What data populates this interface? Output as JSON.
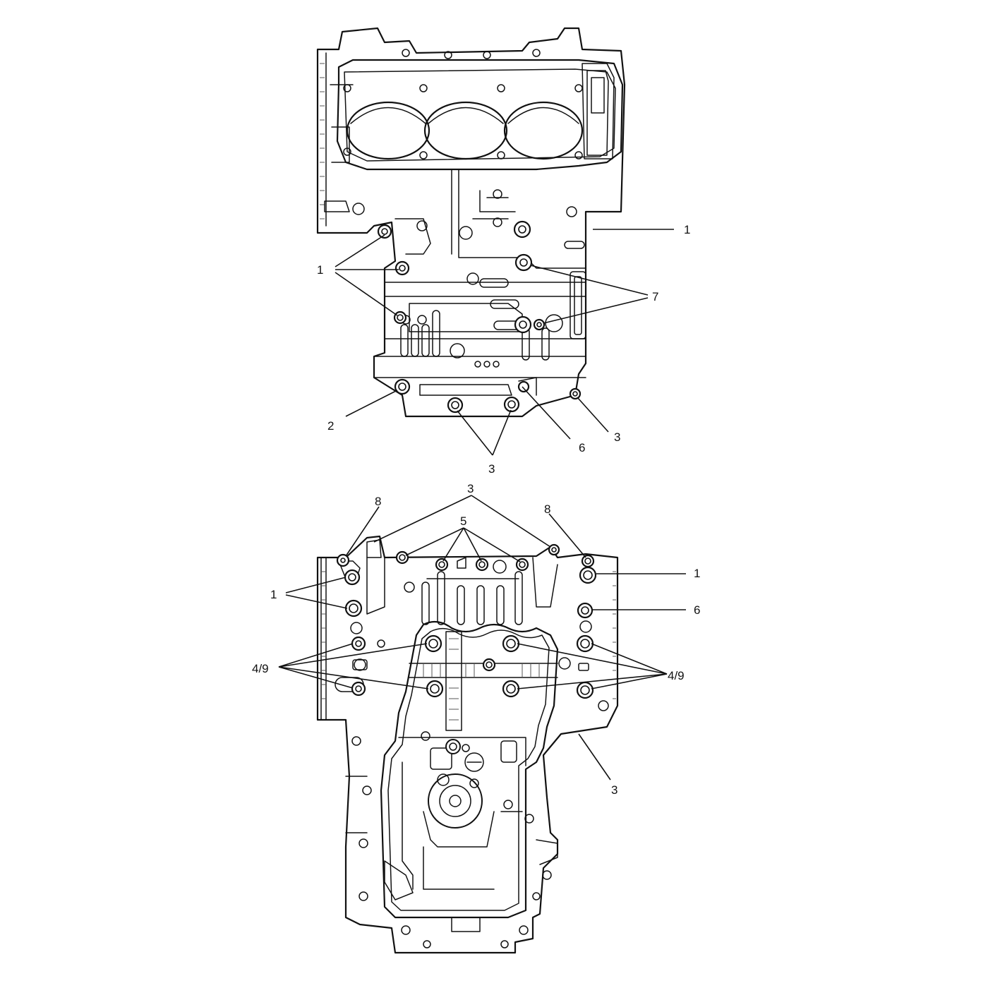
{
  "diagram": {
    "upper_view": {
      "callouts": [
        {
          "id": "u-1-right",
          "text": "1"
        },
        {
          "id": "u-1-left",
          "text": "1"
        },
        {
          "id": "u-7",
          "text": "7"
        },
        {
          "id": "u-2",
          "text": "2"
        },
        {
          "id": "u-6",
          "text": "6"
        },
        {
          "id": "u-3-right",
          "text": "3"
        },
        {
          "id": "u-3-bottom",
          "text": "3"
        }
      ]
    },
    "lower_view": {
      "callouts": [
        {
          "id": "l-3-top",
          "text": "3"
        },
        {
          "id": "l-8-left",
          "text": "8"
        },
        {
          "id": "l-8-right",
          "text": "8"
        },
        {
          "id": "l-5",
          "text": "5"
        },
        {
          "id": "l-1-left",
          "text": "1"
        },
        {
          "id": "l-1-right",
          "text": "1"
        },
        {
          "id": "l-6",
          "text": "6"
        },
        {
          "id": "l-49-left",
          "text": "4/9"
        },
        {
          "id": "l-49-right",
          "text": "4/9"
        },
        {
          "id": "l-3-right",
          "text": "3"
        }
      ]
    }
  }
}
